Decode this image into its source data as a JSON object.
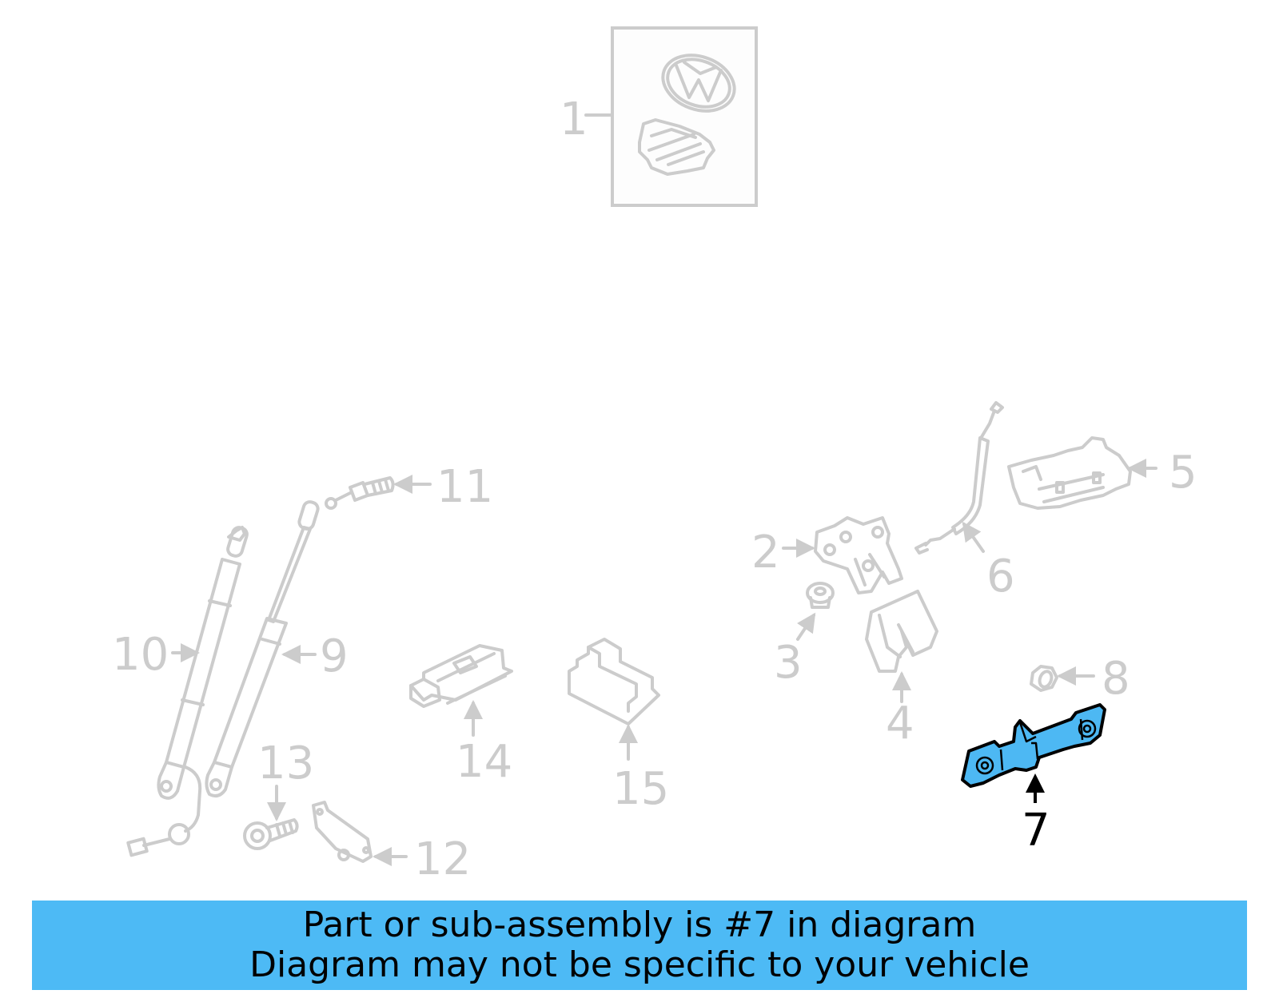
{
  "diagram": {
    "callouts": [
      {
        "number": "1",
        "part": "emblem-assembly",
        "highlighted": false
      },
      {
        "number": "2",
        "part": "latch",
        "highlighted": false
      },
      {
        "number": "3",
        "part": "nut",
        "highlighted": false
      },
      {
        "number": "4",
        "part": "striker",
        "highlighted": false
      },
      {
        "number": "5",
        "part": "actuator",
        "highlighted": false
      },
      {
        "number": "6",
        "part": "release-cable",
        "highlighted": false
      },
      {
        "number": "7",
        "part": "bracket",
        "highlighted": true
      },
      {
        "number": "8",
        "part": "nut",
        "highlighted": false
      },
      {
        "number": "9",
        "part": "lift-support",
        "highlighted": false
      },
      {
        "number": "10",
        "part": "power-lift-support",
        "highlighted": false
      },
      {
        "number": "11",
        "part": "ball-stud",
        "highlighted": false
      },
      {
        "number": "12",
        "part": "bracket",
        "highlighted": false
      },
      {
        "number": "13",
        "part": "bolt",
        "highlighted": false
      },
      {
        "number": "14",
        "part": "switch",
        "highlighted": false
      },
      {
        "number": "15",
        "part": "module",
        "highlighted": false
      }
    ],
    "colors": {
      "inactive": "#cccccc",
      "highlight_fill": "#4db8f3",
      "highlight_stroke": "#000000",
      "banner": "#4dbaf5"
    }
  },
  "banner": {
    "line1": "Part or sub-assembly is #7 in diagram",
    "line2": "Diagram may not be specific to your vehicle"
  }
}
